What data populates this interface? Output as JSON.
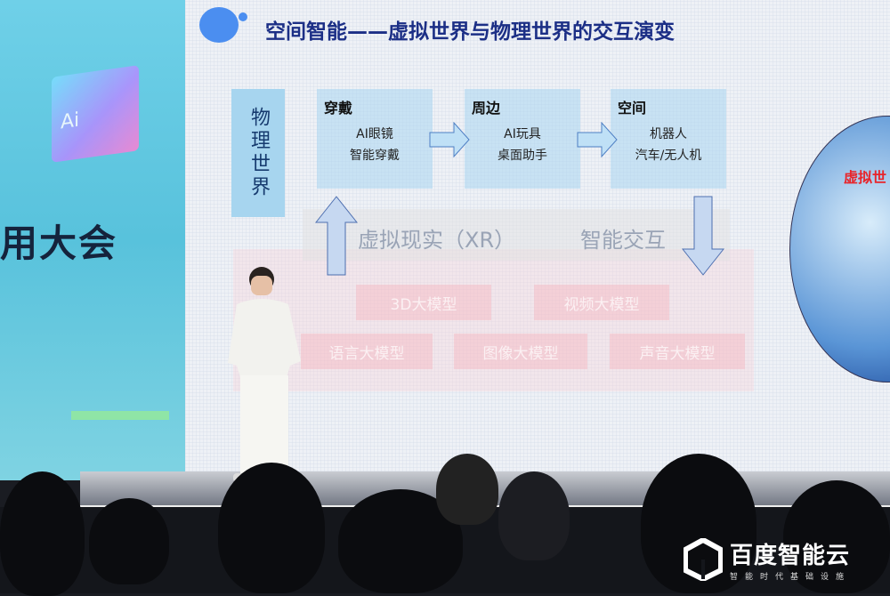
{
  "backdrop": {
    "event_text": "用大会"
  },
  "slide": {
    "title": "空间智能——虚拟世界与物理世界的交互演变",
    "physical_world": "物理世界",
    "columns": [
      {
        "heading": "穿戴",
        "items": [
          "AI眼镜",
          "智能穿戴"
        ]
      },
      {
        "heading": "周边",
        "items": [
          "AI玩具",
          "桌面助手"
        ]
      },
      {
        "heading": "空间",
        "items": [
          "机器人",
          "汽车/无人机"
        ]
      }
    ],
    "xr_label": "虚拟现实（XR）",
    "interaction_label": "智能交互",
    "models": [
      "3D大模型",
      "视频大模型",
      "语言大模型",
      "图像大模型",
      "声音大模型"
    ],
    "globe_label": "虚拟世",
    "colors": {
      "title": "#1c2f86",
      "accent": "#4b8ef0",
      "globe_label": "#e8242a"
    }
  },
  "logo": {
    "name": "百度智能云",
    "slogan": "智能时代基础设施"
  }
}
